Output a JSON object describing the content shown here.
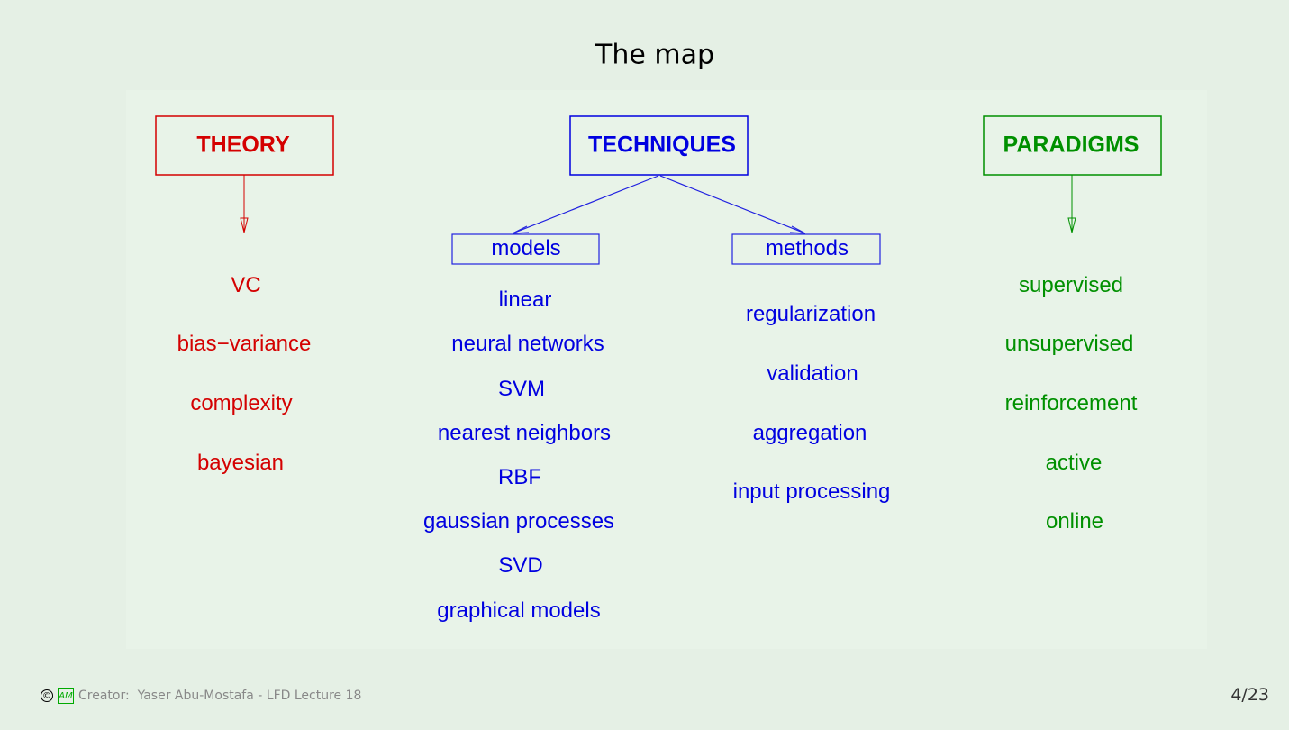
{
  "title": "The map",
  "theory": {
    "header": "THEORY",
    "items": [
      "VC",
      "bias−variance",
      "complexity",
      "bayesian"
    ]
  },
  "techniques": {
    "header": "TECHNIQUES",
    "models": {
      "label": "models",
      "items": [
        "linear",
        "neural networks",
        "SVM",
        "nearest neighbors",
        "RBF",
        "gaussian processes",
        "SVD",
        "graphical models"
      ]
    },
    "methods": {
      "label": "methods",
      "items": [
        "regularization",
        "validation",
        "aggregation",
        "input processing"
      ]
    }
  },
  "paradigms": {
    "header": "PARADIGMS",
    "items": [
      "supervised",
      "unsupervised",
      "reinforcement",
      "active",
      "online"
    ]
  },
  "footer": {
    "copyright": "©",
    "logo": "AM",
    "creator": "Creator:  Yaser Abu-Mostafa - LFD Lecture 18",
    "page": "4/23"
  },
  "colors": {
    "theory": "#d40000",
    "techniques": "#0000e0",
    "paradigms": "#009000"
  }
}
